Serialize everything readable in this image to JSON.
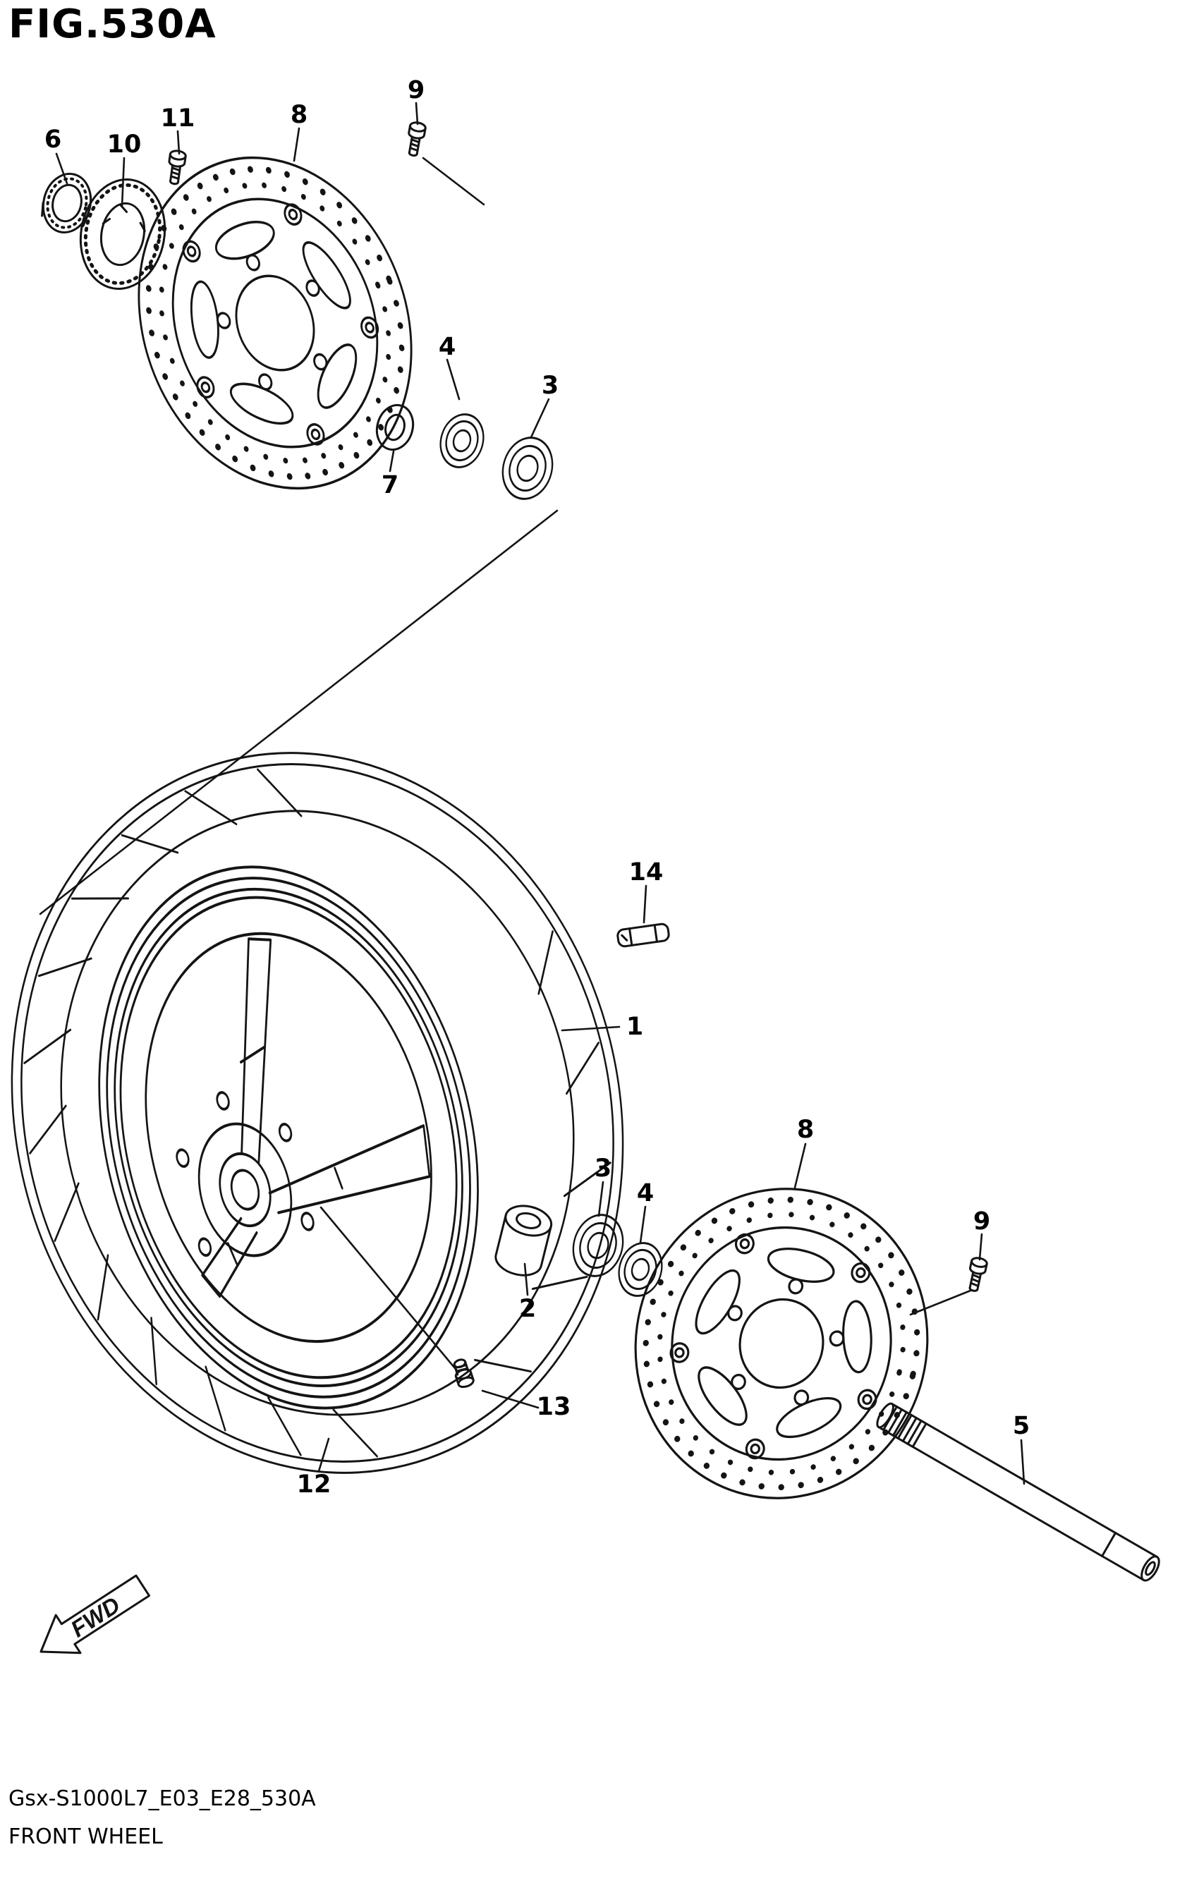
{
  "page": {
    "title": "FIG.530A",
    "footer": {
      "code": "Gsx-S1000L7_E03_E28_530A",
      "name": "FRONT WHEEL"
    }
  },
  "diagram": {
    "figure_type": "exploded-parts-diagram",
    "subject": "front wheel assembly",
    "fwd_label": "FWD",
    "callouts": [
      {
        "label": "6"
      },
      {
        "label": "10"
      },
      {
        "label": "11"
      },
      {
        "label": "8"
      },
      {
        "label": "9"
      },
      {
        "label": "4"
      },
      {
        "label": "3"
      },
      {
        "label": "7"
      },
      {
        "label": "14"
      },
      {
        "label": "1"
      },
      {
        "label": "8"
      },
      {
        "label": "3"
      },
      {
        "label": "4"
      },
      {
        "label": "9"
      },
      {
        "label": "2"
      },
      {
        "label": "13"
      },
      {
        "label": "5"
      },
      {
        "label": "12"
      }
    ]
  },
  "colors": {
    "ink": "#141414",
    "paper": "#ffffff"
  }
}
